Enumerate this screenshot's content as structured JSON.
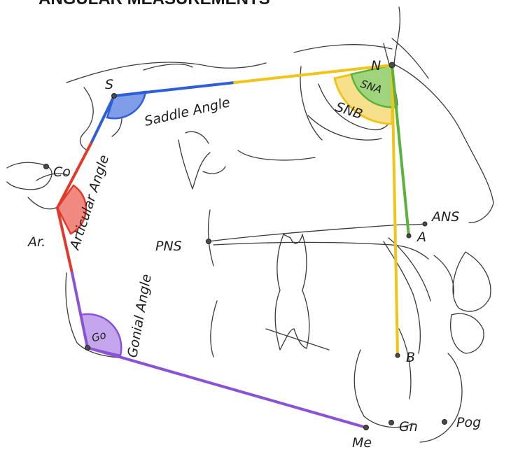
{
  "title": "ANGULAR MEASUREMENTS",
  "landmarks": {
    "sella": "S",
    "nasion": "N",
    "condylion": "Co",
    "articulare": "Ar.",
    "pns": "PNS",
    "ans": "ANS",
    "point_a": "A",
    "point_b": "B",
    "gonion": "Go",
    "menton": "Me",
    "gnathion": "Gn",
    "pogonion": "Pog"
  },
  "angles": {
    "saddle": "Saddle Angle",
    "articular": "Articular Angle",
    "gonial": "Gonial Angle",
    "sna": "SNA",
    "snb": "SNB"
  },
  "colors": {
    "saddle": "#2f5fd6",
    "articular": "#e03a2a",
    "gonial": "#8a52d4",
    "sn_line": "#f0c419",
    "na_line": "#5bb33a",
    "snb_fill": "#f7e08c",
    "sna_fill": "#9fd47c",
    "saddle_fill": "#7f9de8",
    "articular_fill": "#f08a80",
    "gonial_fill": "#c5a5ec"
  }
}
